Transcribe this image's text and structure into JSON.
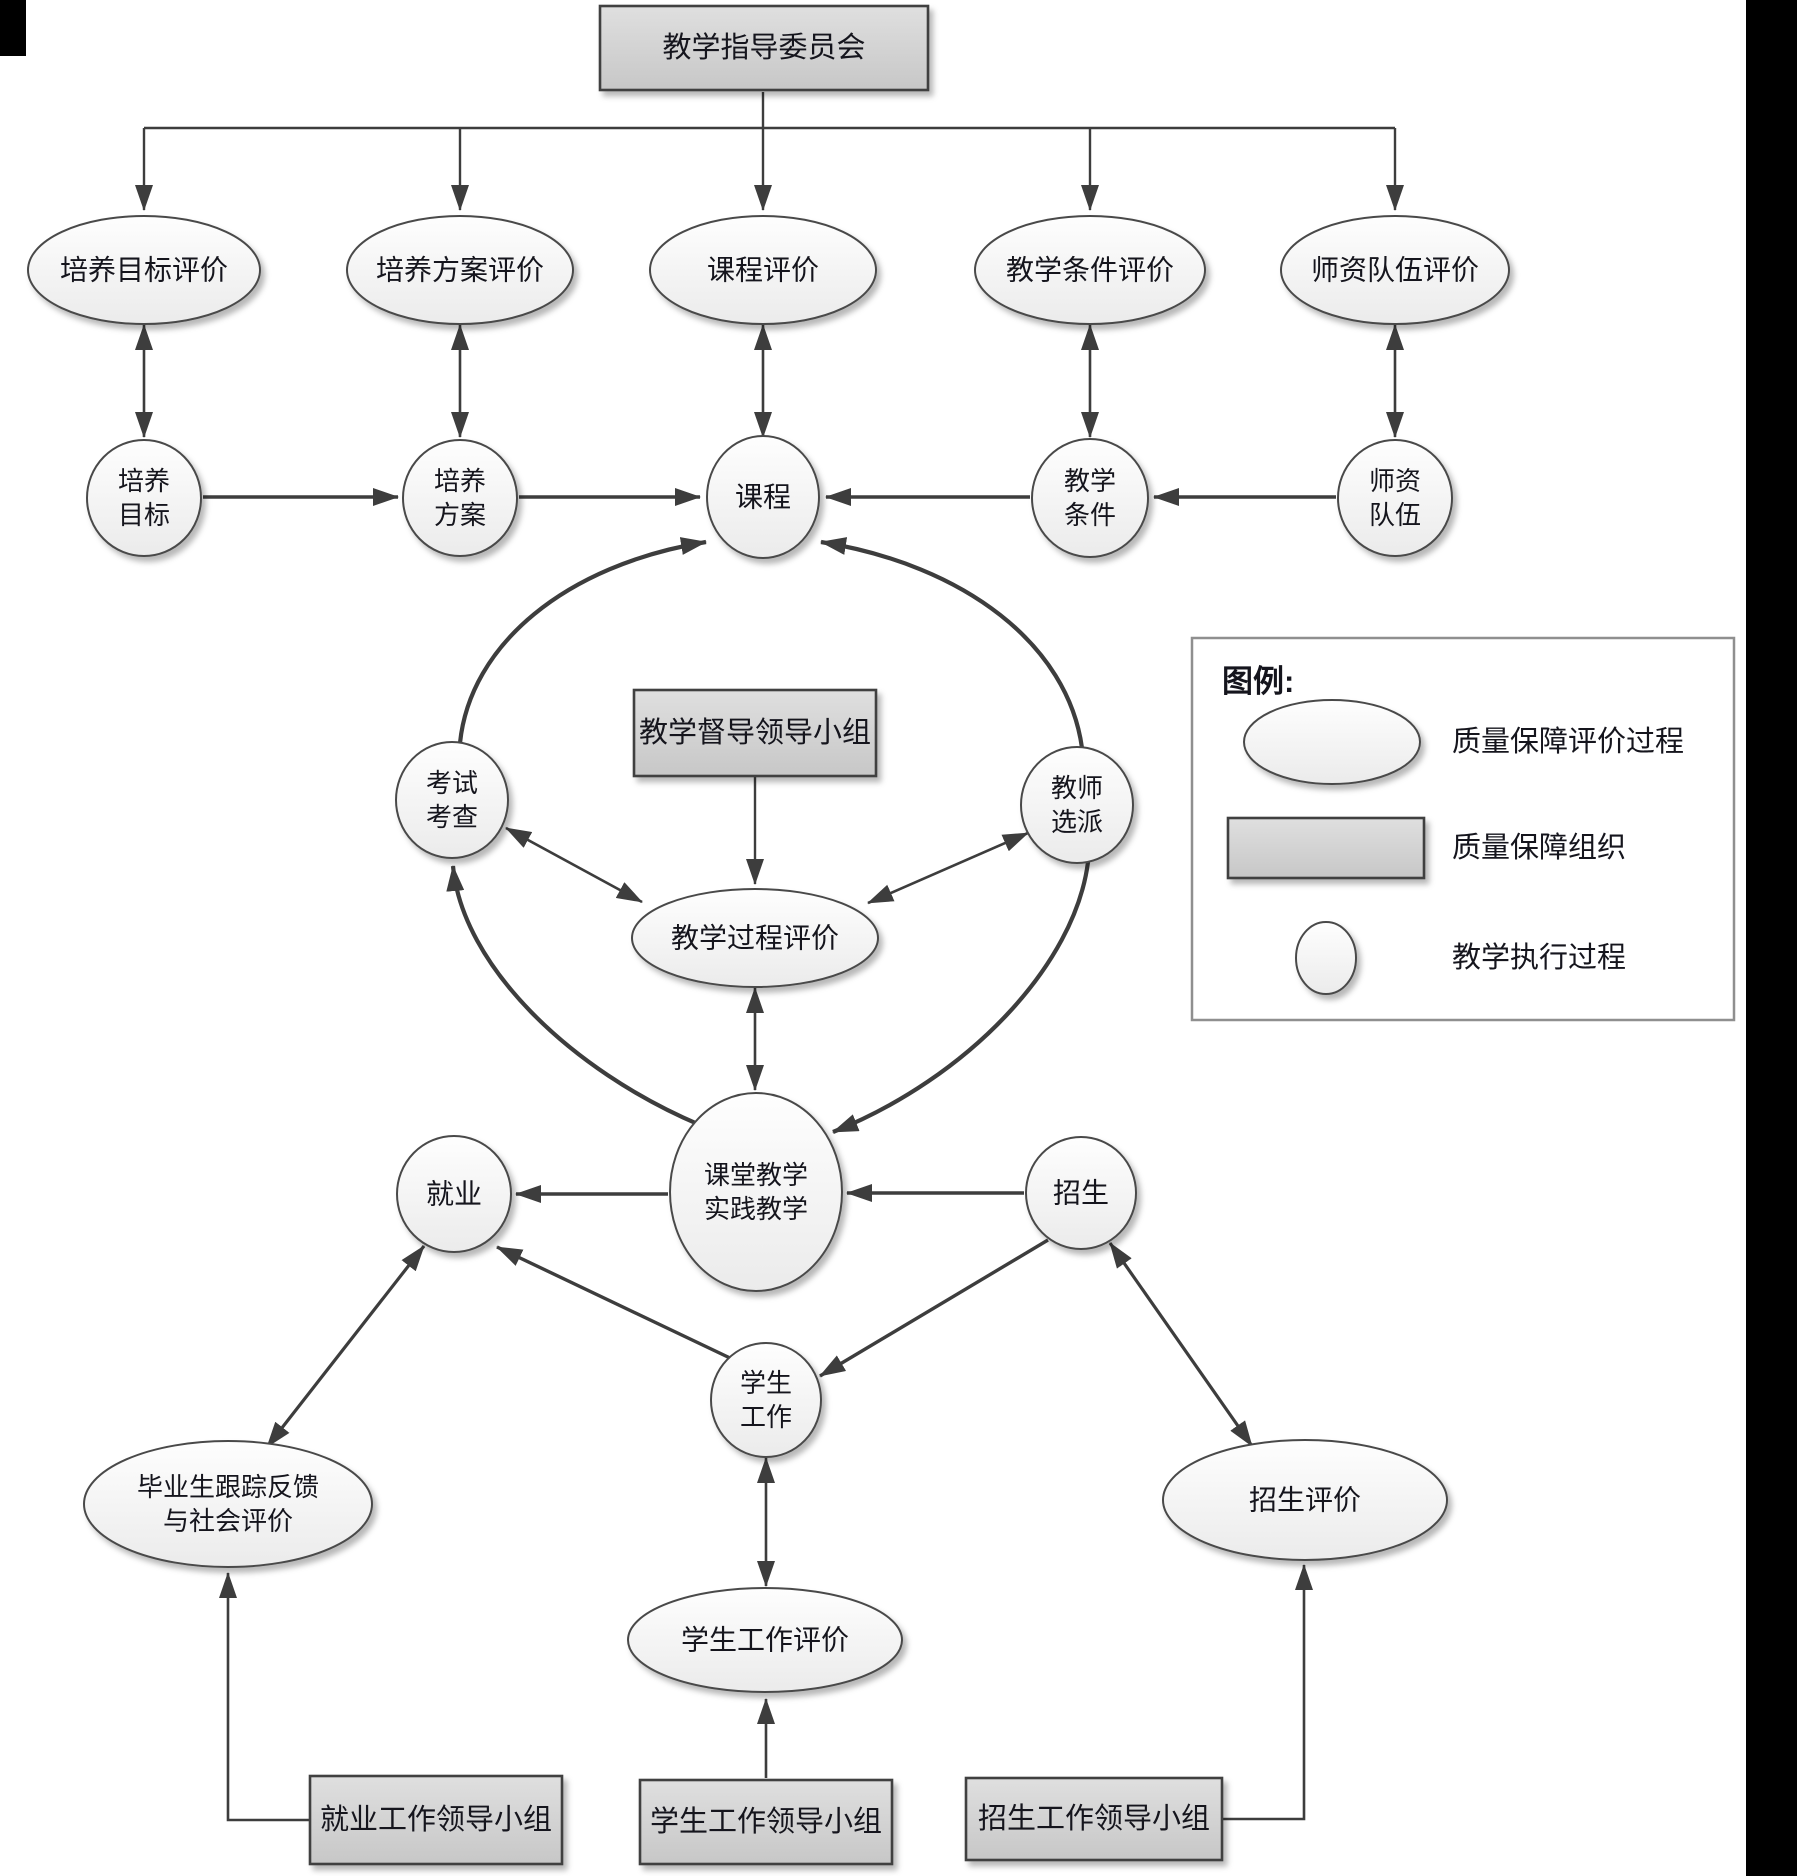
{
  "diagram": {
    "colors": {
      "line": "#3d3d3d",
      "text": "#15151d",
      "node_fill_light": "#f2f2f2",
      "node_fill_gray": "#d2d2d2",
      "background": "#ffffff",
      "artifact_black": "#000000"
    },
    "node_types": {
      "quality-eval-process": {
        "shape": "ellipse",
        "border": "#4a4a4a"
      },
      "quality-org": {
        "shape": "rect",
        "border": "#3f3f3f"
      },
      "exec-process": {
        "shape": "circle",
        "border": "#4a4a4a"
      }
    },
    "nodes": [
      {
        "id": "committee",
        "label": "教学指导委员会",
        "type": "quality-org"
      },
      {
        "id": "goal-eval",
        "label": "培养目标评价",
        "type": "quality-eval-process"
      },
      {
        "id": "plan-eval",
        "label": "培养方案评价",
        "type": "quality-eval-process"
      },
      {
        "id": "course-eval",
        "label": "课程评价",
        "type": "quality-eval-process"
      },
      {
        "id": "condition-eval",
        "label": "教学条件评价",
        "type": "quality-eval-process"
      },
      {
        "id": "faculty-eval",
        "label": "师资队伍评价",
        "type": "quality-eval-process"
      },
      {
        "id": "goal",
        "label": "培养\n目标",
        "type": "exec-process"
      },
      {
        "id": "plan",
        "label": "培养\n方案",
        "type": "exec-process"
      },
      {
        "id": "course",
        "label": "课程",
        "type": "exec-process"
      },
      {
        "id": "condition",
        "label": "教学\n条件",
        "type": "exec-process"
      },
      {
        "id": "faculty",
        "label": "师资\n队伍",
        "type": "exec-process"
      },
      {
        "id": "supervision-group",
        "label": "教学督导领导小组",
        "type": "quality-org"
      },
      {
        "id": "exam",
        "label": "考试\n考查",
        "type": "exec-process"
      },
      {
        "id": "teacher-assign",
        "label": "教师\n选派",
        "type": "exec-process"
      },
      {
        "id": "process-eval",
        "label": "教学过程评价",
        "type": "quality-eval-process"
      },
      {
        "id": "classroom",
        "label": "课堂教学\n实践教学",
        "type": "exec-process"
      },
      {
        "id": "employment",
        "label": "就业",
        "type": "exec-process"
      },
      {
        "id": "enrollment",
        "label": "招生",
        "type": "exec-process"
      },
      {
        "id": "student-affairs",
        "label": "学生\n工作",
        "type": "exec-process"
      },
      {
        "id": "graduate-feedback",
        "label": "毕业生跟踪反馈\n与社会评价",
        "type": "quality-eval-process"
      },
      {
        "id": "enrollment-eval",
        "label": "招生评价",
        "type": "quality-eval-process"
      },
      {
        "id": "student-affairs-eval",
        "label": "学生工作评价",
        "type": "quality-eval-process"
      },
      {
        "id": "employment-group",
        "label": "就业工作领导小组",
        "type": "quality-org"
      },
      {
        "id": "student-affairs-group",
        "label": "学生工作领导小组",
        "type": "quality-org"
      },
      {
        "id": "enrollment-group",
        "label": "招生工作领导小组",
        "type": "quality-org"
      }
    ],
    "edges": [
      {
        "from": "committee",
        "to": "goal-eval",
        "arrows": "end"
      },
      {
        "from": "committee",
        "to": "plan-eval",
        "arrows": "end"
      },
      {
        "from": "committee",
        "to": "course-eval",
        "arrows": "end"
      },
      {
        "from": "committee",
        "to": "condition-eval",
        "arrows": "end"
      },
      {
        "from": "committee",
        "to": "faculty-eval",
        "arrows": "end"
      },
      {
        "from": "goal-eval",
        "to": "goal",
        "arrows": "both"
      },
      {
        "from": "plan-eval",
        "to": "plan",
        "arrows": "both"
      },
      {
        "from": "course-eval",
        "to": "course",
        "arrows": "both"
      },
      {
        "from": "condition-eval",
        "to": "condition",
        "arrows": "both"
      },
      {
        "from": "faculty-eval",
        "to": "faculty",
        "arrows": "both"
      },
      {
        "from": "goal",
        "to": "plan",
        "arrows": "end"
      },
      {
        "from": "plan",
        "to": "course",
        "arrows": "end"
      },
      {
        "from": "condition",
        "to": "course",
        "arrows": "end"
      },
      {
        "from": "faculty",
        "to": "condition",
        "arrows": "end"
      },
      {
        "from": "supervision-group",
        "to": "process-eval",
        "arrows": "end"
      },
      {
        "from": "process-eval",
        "to": "exam",
        "arrows": "both"
      },
      {
        "from": "process-eval",
        "to": "teacher-assign",
        "arrows": "both"
      },
      {
        "from": "process-eval",
        "to": "classroom",
        "arrows": "both"
      },
      {
        "from": "classroom",
        "to": "exam",
        "arrows": "end"
      },
      {
        "from": "exam",
        "to": "course",
        "arrows": "end"
      },
      {
        "from": "teacher-assign",
        "to": "course",
        "arrows": "end"
      },
      {
        "from": "teacher-assign",
        "to": "classroom",
        "arrows": "end"
      },
      {
        "from": "classroom",
        "to": "employment",
        "arrows": "end"
      },
      {
        "from": "enrollment",
        "to": "classroom",
        "arrows": "end"
      },
      {
        "from": "student-affairs",
        "to": "employment",
        "arrows": "end"
      },
      {
        "from": "enrollment",
        "to": "student-affairs",
        "arrows": "end"
      },
      {
        "from": "employment",
        "to": "graduate-feedback",
        "arrows": "both"
      },
      {
        "from": "enrollment",
        "to": "enrollment-eval",
        "arrows": "both"
      },
      {
        "from": "student-affairs",
        "to": "student-affairs-eval",
        "arrows": "both"
      },
      {
        "from": "employment-group",
        "to": "graduate-feedback",
        "arrows": "end"
      },
      {
        "from": "student-affairs-group",
        "to": "student-affairs-eval",
        "arrows": "end"
      },
      {
        "from": "enrollment-group",
        "to": "enrollment-eval",
        "arrows": "end"
      }
    ],
    "legend": {
      "title": "图例:",
      "entries": [
        {
          "type": "quality-eval-process",
          "label": "质量保障评价过程"
        },
        {
          "type": "quality-org",
          "label": "质量保障组织"
        },
        {
          "type": "exec-process",
          "label": "教学执行过程"
        }
      ]
    }
  }
}
